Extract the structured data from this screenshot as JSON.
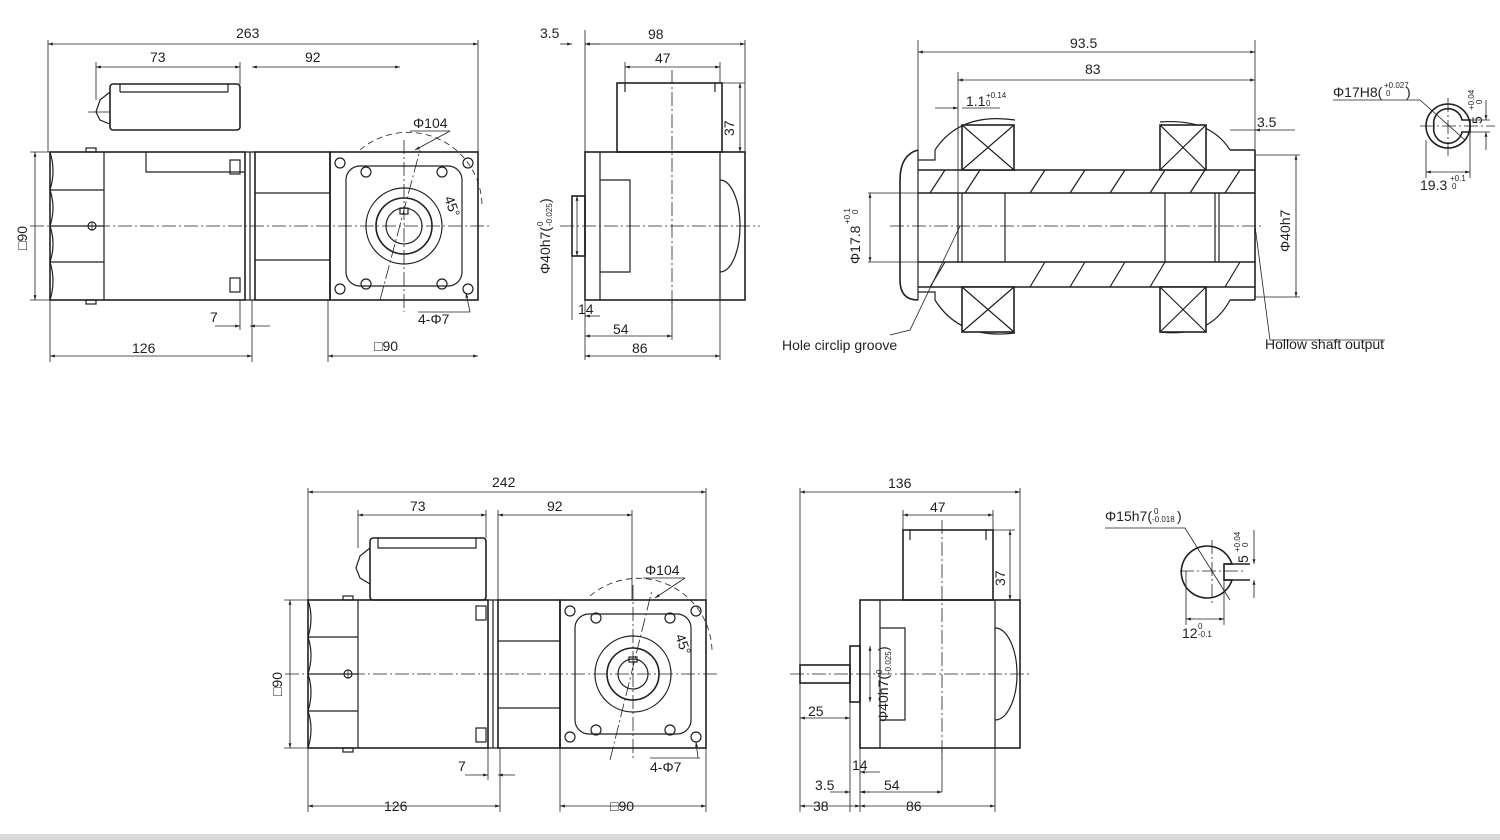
{
  "view_top_side": {
    "overall": "263",
    "box_len": "73",
    "gear_len": "92",
    "height": "□90",
    "gap": "7",
    "motor_len": "126",
    "flange": "□90",
    "pcd": "Φ104",
    "angle": "45°",
    "holes": "4-Φ7"
  },
  "view_top_end": {
    "offset": "3.5",
    "width": "98",
    "box_w": "47",
    "box_h": "37",
    "pilot": "Φ40h7(",
    "pilot_tol_upper": "0",
    "pilot_tol_lower": "-0.025",
    ")": ")",
    "boss": "14",
    "center": "54",
    "depth": "86"
  },
  "section": {
    "overall": "93.5",
    "inner": "83",
    "groove_w": "1.1",
    "groove_tol_upper": "+0.14",
    "groove_tol_lower": "0",
    "edge": "3.5",
    "groove_dia": "Φ17.8",
    "groove_dia_tol_upper": "+0.1",
    "groove_dia_tol_lower": "0",
    "pilot": "Φ40h7",
    "label_groove": "Hole circlip groove",
    "label_hollow": "Hollow shaft output"
  },
  "bore_detail": {
    "bore": "Φ17H8(",
    "bore_tol_upper": "+0.027",
    "bore_tol_lower": "0",
    "close": ")",
    "key_w": "5",
    "key_tol_upper": "+0.04",
    "key_tol_lower": "0",
    "key_depth": "19.3",
    "key_depth_tol_upper": "+0.1",
    "key_depth_tol_lower": "0"
  },
  "view_bottom_side": {
    "overall": "242",
    "box_len": "73",
    "gear_len": "92",
    "height": "□90",
    "gap": "7",
    "motor_len": "126",
    "flange": "□90",
    "pcd": "Φ104",
    "angle": "45°",
    "holes": "4-Φ7"
  },
  "view_bottom_end": {
    "width": "136",
    "box_w": "47",
    "box_h": "37",
    "pilot": "Φ40h7(",
    "pilot_tol_upper": "0",
    "pilot_tol_lower": "-0.025",
    "close": ")",
    "shaft_len": "25",
    "boss": "14",
    "offset": "3.5",
    "center": "54",
    "shaft_total": "38",
    "depth": "86"
  },
  "shaft_detail": {
    "shaft": "Φ15h7(",
    "shaft_tol_upper": "0",
    "shaft_tol_lower": "-0.018",
    "close": ")",
    "key_w": "5",
    "key_tol_upper": "+0.04",
    "key_tol_lower": "0",
    "key_depth": "12",
    "key_depth_tol_upper": "0",
    "key_depth_tol_lower": "-0.1"
  }
}
